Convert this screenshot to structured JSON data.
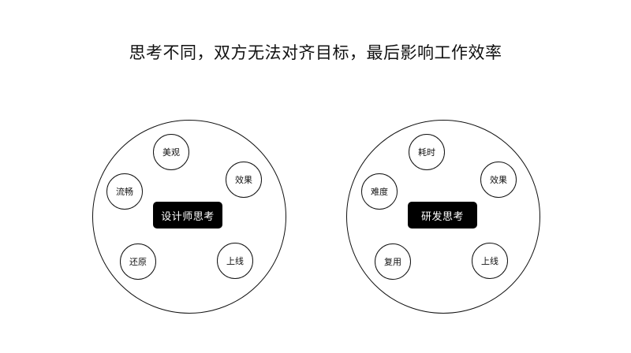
{
  "title": "思考不同，双方无法对齐目标，最后影响工作效率",
  "colors": {
    "background": "#ffffff",
    "stroke": "#111111",
    "center_fill": "#000000",
    "center_text": "#ffffff"
  },
  "designer": {
    "center_label": "设计师思考",
    "nodes": {
      "aesthetics": "美观",
      "effect": "效果",
      "fluency": "流畅",
      "restore": "还原",
      "launch": "上线"
    }
  },
  "developer": {
    "center_label": "研发思考",
    "nodes": {
      "time_cost": "耗时",
      "effect": "效果",
      "difficulty": "难度",
      "reuse": "复用",
      "launch": "上线"
    }
  }
}
